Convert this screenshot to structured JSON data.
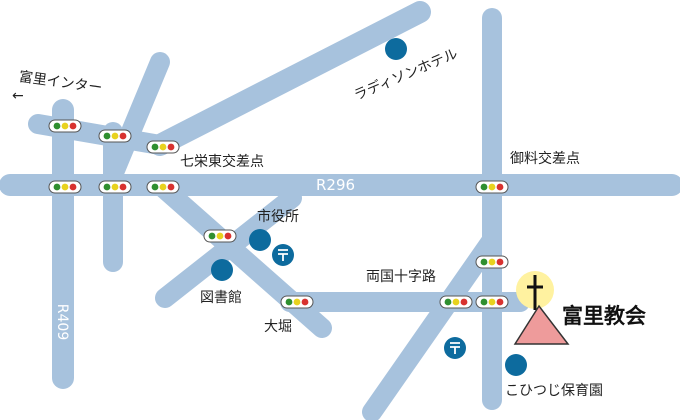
{
  "map": {
    "colors": {
      "road": "#a7c2dd",
      "poi": "#0d6b9e",
      "church_roof": "#ee9b9b",
      "cross_glow": "#fff2a0",
      "signal_green": "#2f8f2f",
      "signal_yellow": "#e8d21e",
      "signal_red": "#d8322f"
    },
    "title": "富里教会",
    "labels": {
      "tomisato_ic": "富里インター",
      "arrow": "←",
      "hotel": "ラディソンホテル",
      "shichiei": "七栄東交差点",
      "misato_cross": "御料交差点",
      "r296": "R296",
      "r409": "R409",
      "city_hall": "市役所",
      "library": "図書館",
      "ryogoku": "両国十字路",
      "ohori": "大堀",
      "nursery": "こひつじ保育園"
    },
    "icons": {
      "poi": "circle-marker-icon",
      "post_office": "post-office-icon",
      "traffic_light": "traffic-light-icon",
      "church": "church-icon",
      "cross": "cross-icon"
    }
  }
}
